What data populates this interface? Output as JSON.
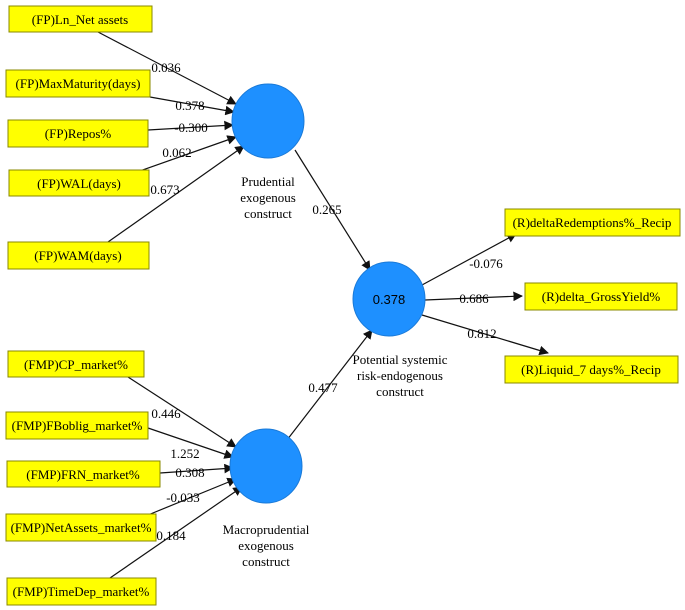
{
  "colors": {
    "indicator_fill": "#ffff00",
    "construct_fill": "#1e90ff",
    "edge": "#111111"
  },
  "constructs": {
    "prudential": {
      "label_lines": [
        "Prudential",
        "exogenous",
        "construct"
      ],
      "r2": ""
    },
    "systemic": {
      "label_lines": [
        "Potential systemic",
        "risk-endogenous",
        "construct"
      ],
      "r2": "0.378"
    },
    "macroprudential": {
      "label_lines": [
        "Macroprudential",
        "exogenous",
        "construct"
      ],
      "r2": ""
    }
  },
  "indicators": {
    "fp_ln_net_assets": {
      "label": "(FP)Ln_Net assets",
      "coef": "0.036"
    },
    "fp_maxmaturity": {
      "label": "(FP)MaxMaturity(days)",
      "coef": "0.378"
    },
    "fp_repos": {
      "label": "(FP)Repos%",
      "coef": "-0.300"
    },
    "fp_wal": {
      "label": "(FP)WAL(days)",
      "coef": "0.062"
    },
    "fp_wam": {
      "label": "(FP)WAM(days)",
      "coef": "0.673"
    },
    "fmp_cp": {
      "label": "(FMP)CP_market%",
      "coef": "0.446"
    },
    "fmp_fboblig": {
      "label": "(FMP)FBoblig_market%",
      "coef": "1.252"
    },
    "fmp_frn": {
      "label": "(FMP)FRN_market%",
      "coef": "0.308"
    },
    "fmp_netassets": {
      "label": "(FMP)NetAssets_market%",
      "coef": "-0.033"
    },
    "fmp_timedep": {
      "label": "(FMP)TimeDep_market%",
      "coef": "0.184"
    },
    "r_delta_redemptions": {
      "label": "(R)deltaRedemptions%_Recip",
      "coef": "-0.076"
    },
    "r_delta_grossyield": {
      "label": "(R)delta_GrossYield%",
      "coef": "0.686"
    },
    "r_liquid_7days": {
      "label": "(R)Liquid_7 days%_Recip",
      "coef": "0.812"
    }
  },
  "paths": {
    "prudential_to_systemic": "0.265",
    "macroprudential_to_systemic": "0.477"
  }
}
